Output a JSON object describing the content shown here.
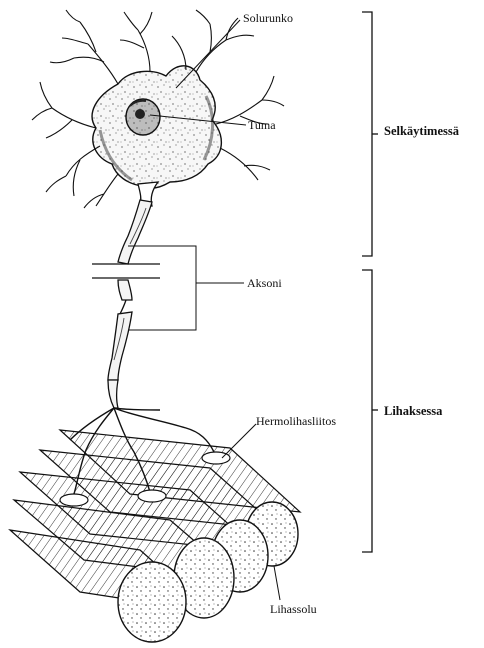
{
  "labels": {
    "cell_body": "Solurunko",
    "nucleus": "Tuma",
    "axon": "Aksoni",
    "neuromuscular_junction": "Hermolihasliitos",
    "muscle_cell": "Lihassolu"
  },
  "regions": {
    "spinal_cord": "Selkäytimessä",
    "muscle": "Lihaksessa"
  }
}
